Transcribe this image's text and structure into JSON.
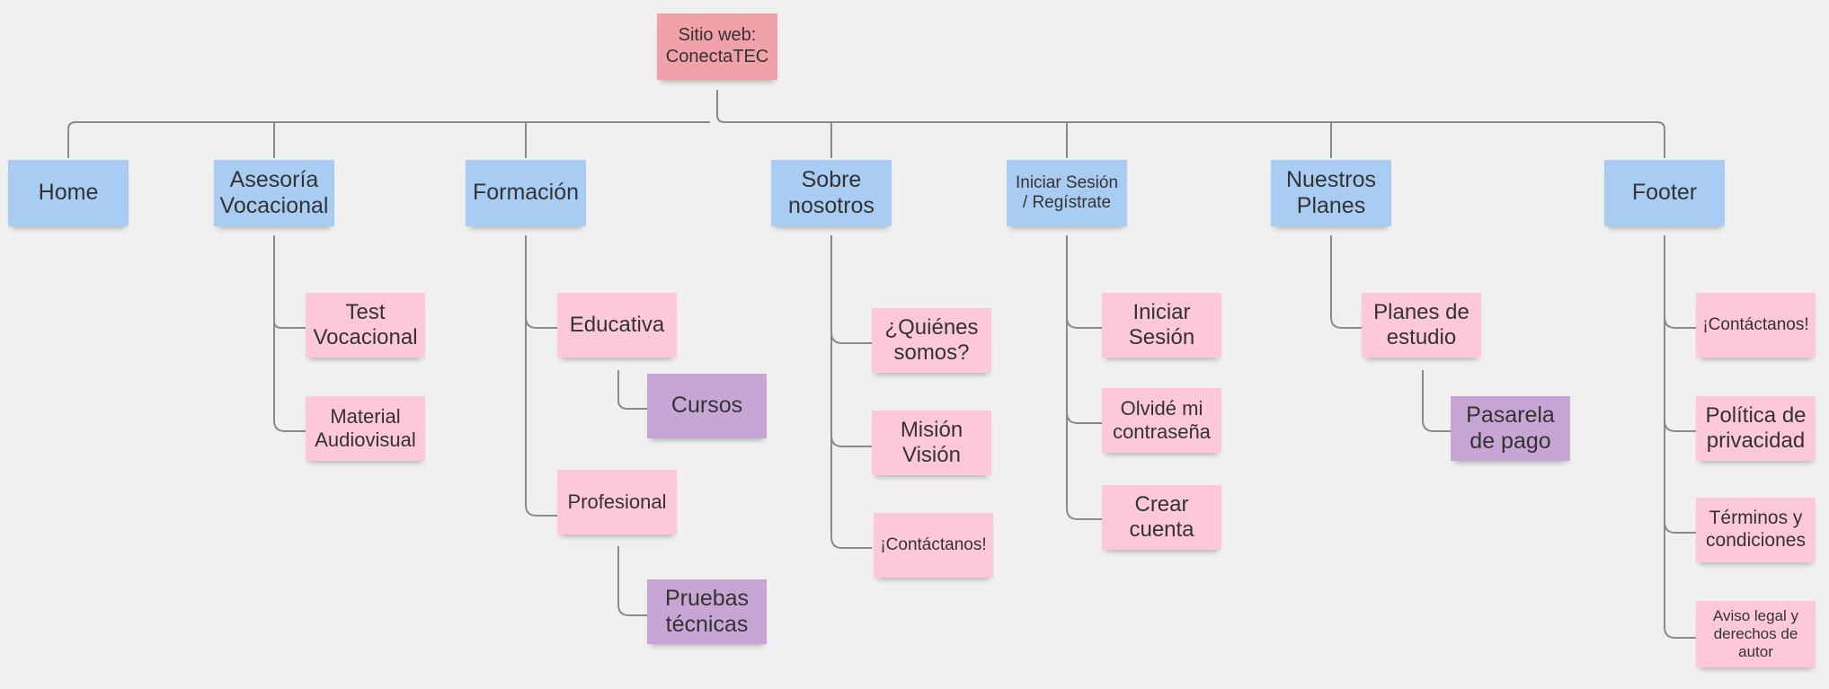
{
  "diagram": {
    "root": "Sitio web:\nConectaTEC",
    "branches": [
      {
        "label": "Home",
        "children": []
      },
      {
        "label": "Asesoría\nVocacional",
        "children": [
          {
            "label": "Test\nVocacional",
            "children": []
          },
          {
            "label": "Material\nAudiovisual",
            "children": []
          }
        ]
      },
      {
        "label": "Formación",
        "children": [
          {
            "label": "Educativa",
            "children": [
              {
                "label": "Cursos"
              }
            ]
          },
          {
            "label": "Profesional",
            "children": [
              {
                "label": "Pruebas\ntécnicas"
              }
            ]
          }
        ]
      },
      {
        "label": "Sobre\nnosotros",
        "children": [
          {
            "label": "¿Quiénes\nsomos?",
            "children": []
          },
          {
            "label": "Misión\nVisión",
            "children": []
          },
          {
            "label": "¡Contáctanos!",
            "children": []
          }
        ]
      },
      {
        "label": "Iniciar Sesión\n/ Regístrate",
        "children": [
          {
            "label": "Iniciar\nSesión",
            "children": []
          },
          {
            "label": "Olvidé mi\ncontraseña",
            "children": []
          },
          {
            "label": "Crear\ncuenta",
            "children": []
          }
        ]
      },
      {
        "label": "Nuestros\nPlanes",
        "children": [
          {
            "label": "Planes de\nestudio",
            "children": [
              {
                "label": "Pasarela\nde pago"
              }
            ]
          }
        ]
      },
      {
        "label": "Footer",
        "children": [
          {
            "label": "¡Contáctanos!",
            "children": []
          },
          {
            "label": "Política de\nprivacidad",
            "children": []
          },
          {
            "label": "Términos y\ncondiciones",
            "children": []
          },
          {
            "label": "Aviso legal y\nderechos de\nautor",
            "children": []
          }
        ]
      }
    ]
  },
  "colors": {
    "background": "#f1f0f0",
    "root": "#f0a1a9",
    "category": "#a9cdf2",
    "page": "#fdc9d9",
    "subpage": "#c7a5d5",
    "connector": "#8a8a8a"
  }
}
